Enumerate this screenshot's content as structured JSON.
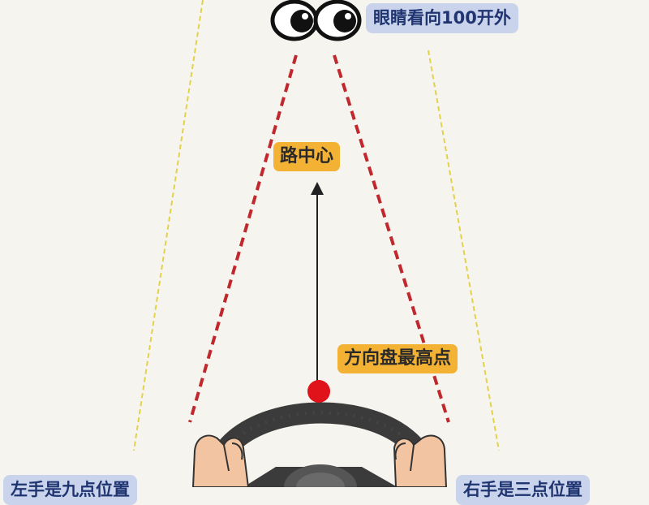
{
  "labels": {
    "eyes_hint": "眼睛看向100开外",
    "road_center": "路中心",
    "wheel_top": "方向盘最高点",
    "left_hand": "左手是九点位置",
    "right_hand": "右手是三点位置"
  },
  "colors": {
    "background": "#f6f4ee",
    "sightline_red": "#c0282d",
    "road_edge_yellow": "#e2d24a",
    "label_blue_bg": "#c9d3ec",
    "label_blue_text": "#1f3470",
    "label_yellow_bg": "#f3b233",
    "wheel_dark": "#3b3b3b",
    "marker_red": "#e0131a",
    "skin": "#f2c4a2"
  },
  "icons": [
    "eyes-icon",
    "steering-wheel-icon",
    "left-hand-icon",
    "right-hand-icon",
    "arrow-up-icon"
  ]
}
